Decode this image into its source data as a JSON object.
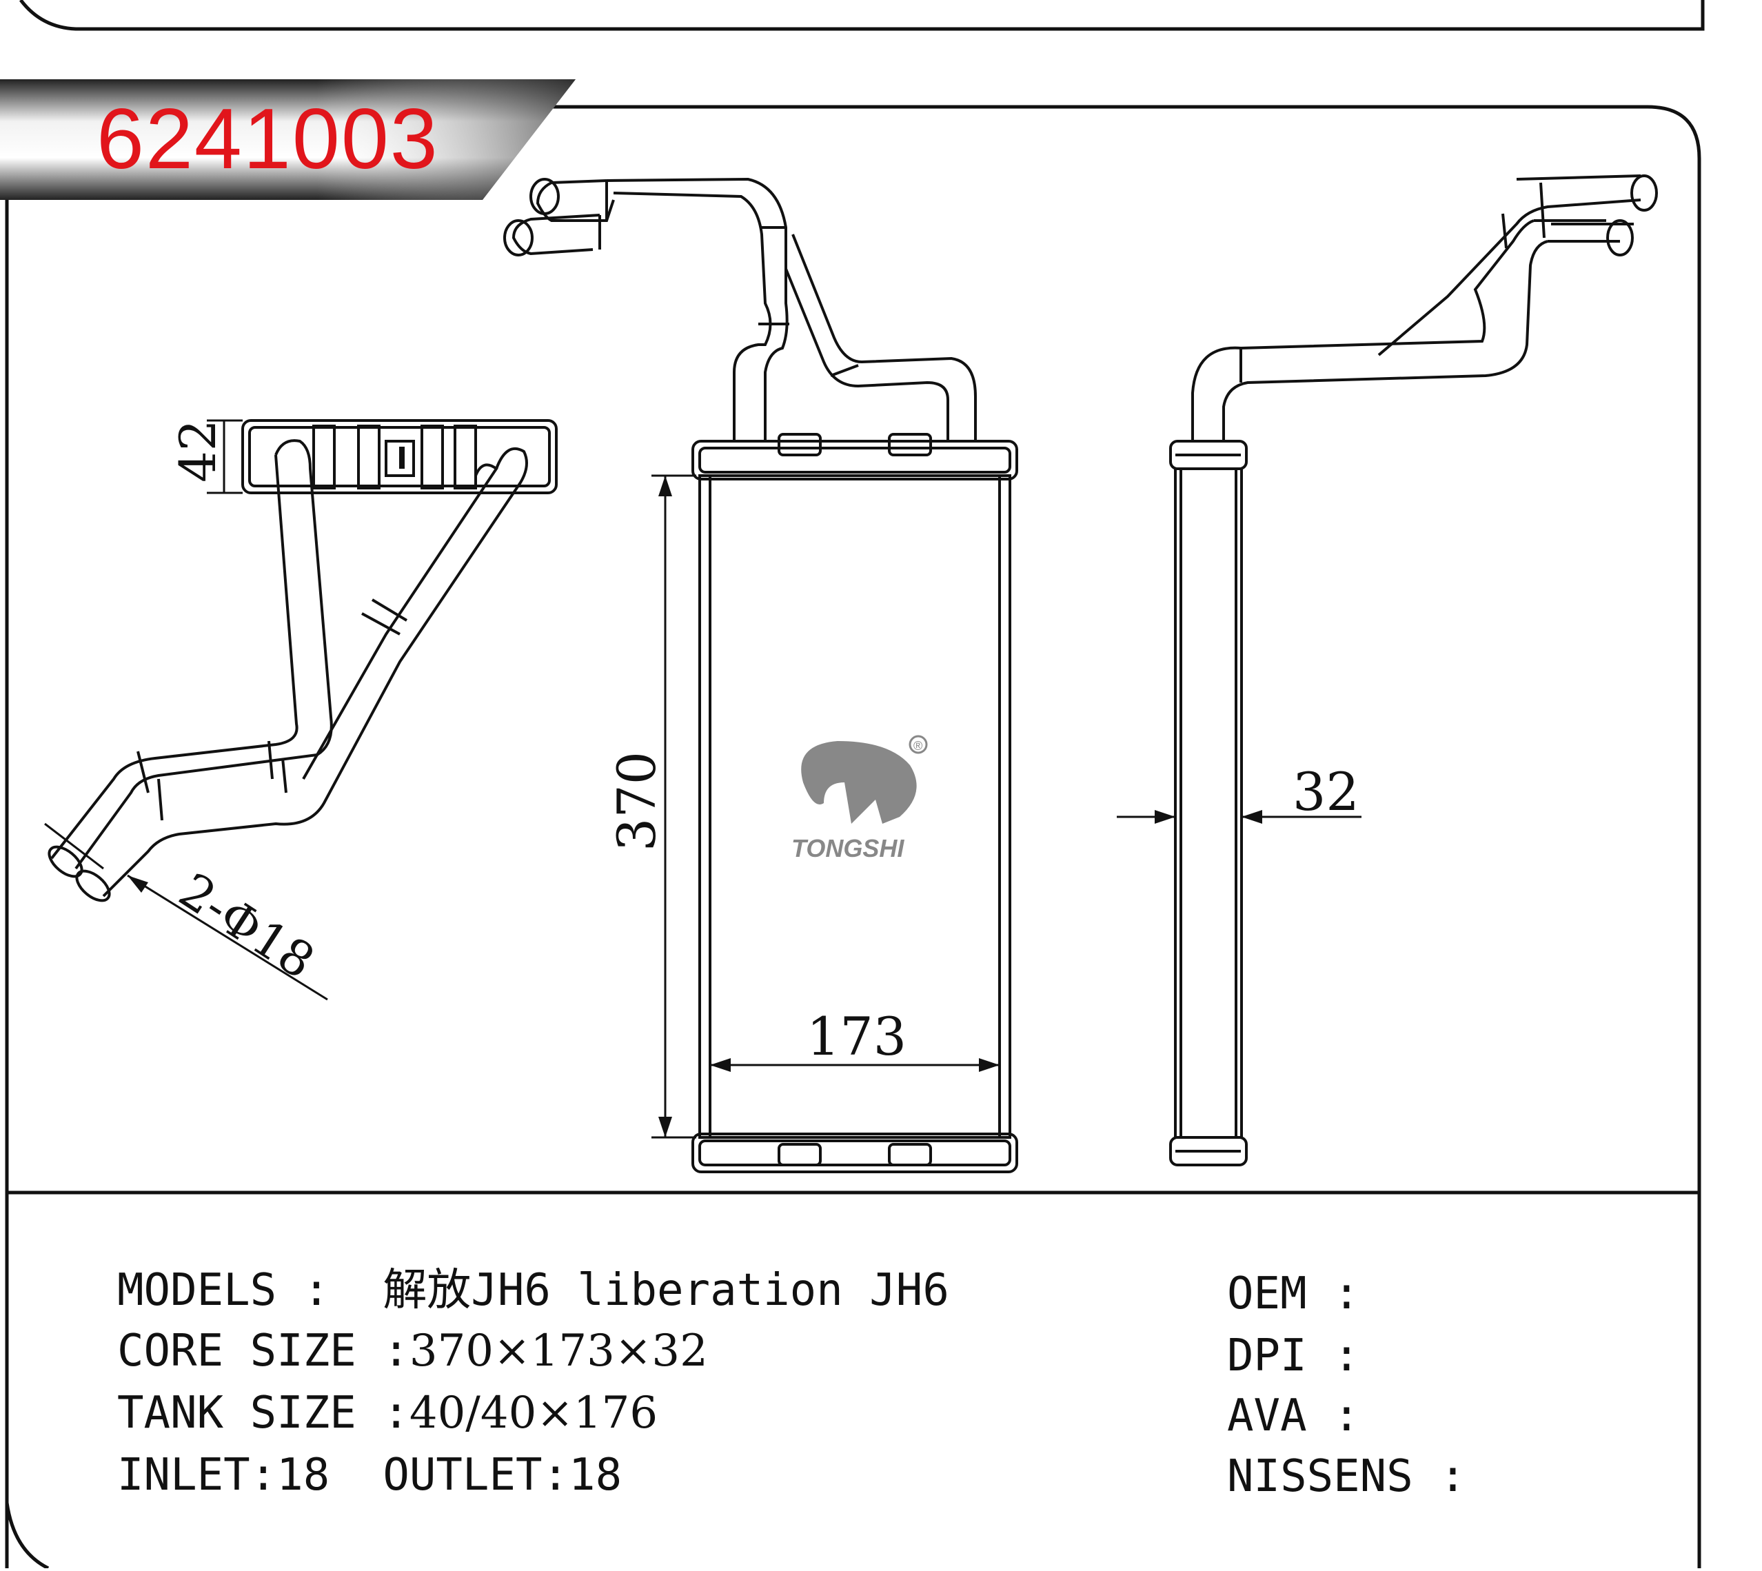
{
  "part_number": "6241003",
  "brand": "TONGSHI",
  "registered_mark": "®",
  "dimensions": {
    "tank_height": "42",
    "pipe_spec": "2-Φ18",
    "core_height": "370",
    "core_width": "173",
    "core_depth": "32"
  },
  "specs_left": [
    {
      "label": "MODELS :",
      "value": "解放JH6 liberation JH6"
    },
    {
      "label": "CORE SIZE :",
      "value": "370×173×32"
    },
    {
      "label": "TANK SIZE :",
      "value": "40/40×176"
    },
    {
      "label": "INLET:18",
      "value": "OUTLET:18"
    }
  ],
  "specs_right": [
    {
      "label": "OEM",
      "value": ":"
    },
    {
      "label": "DPI",
      "value": ":"
    },
    {
      "label": "AVA",
      "value": ":"
    },
    {
      "label": "NISSENS",
      "value": ":"
    }
  ],
  "colors": {
    "part_number": "#e1151b",
    "line": "#111111",
    "logo_gray": "#888888"
  }
}
